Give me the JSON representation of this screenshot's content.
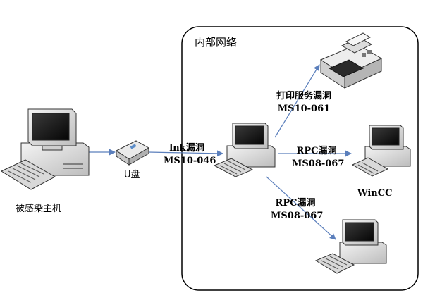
{
  "network": {
    "title": "内部网络"
  },
  "nodes": {
    "infected_host": "被感染主机",
    "usb": "U盘",
    "wincc": "WinCC"
  },
  "edges": {
    "lnk": {
      "name": "lnk漏洞",
      "code": "MS10-046"
    },
    "print": {
      "name": "打印服务漏洞",
      "code": "MS10-061"
    },
    "rpc_right": {
      "name": "RPC漏洞",
      "code": "MS08-067"
    },
    "rpc_down": {
      "name": "RPC漏洞",
      "code": "MS08-067"
    }
  },
  "colors": {
    "arrow": "#5b7fbc",
    "boundary": "#000000",
    "computer_body": "#e3e3e3",
    "screen": "#111111"
  }
}
